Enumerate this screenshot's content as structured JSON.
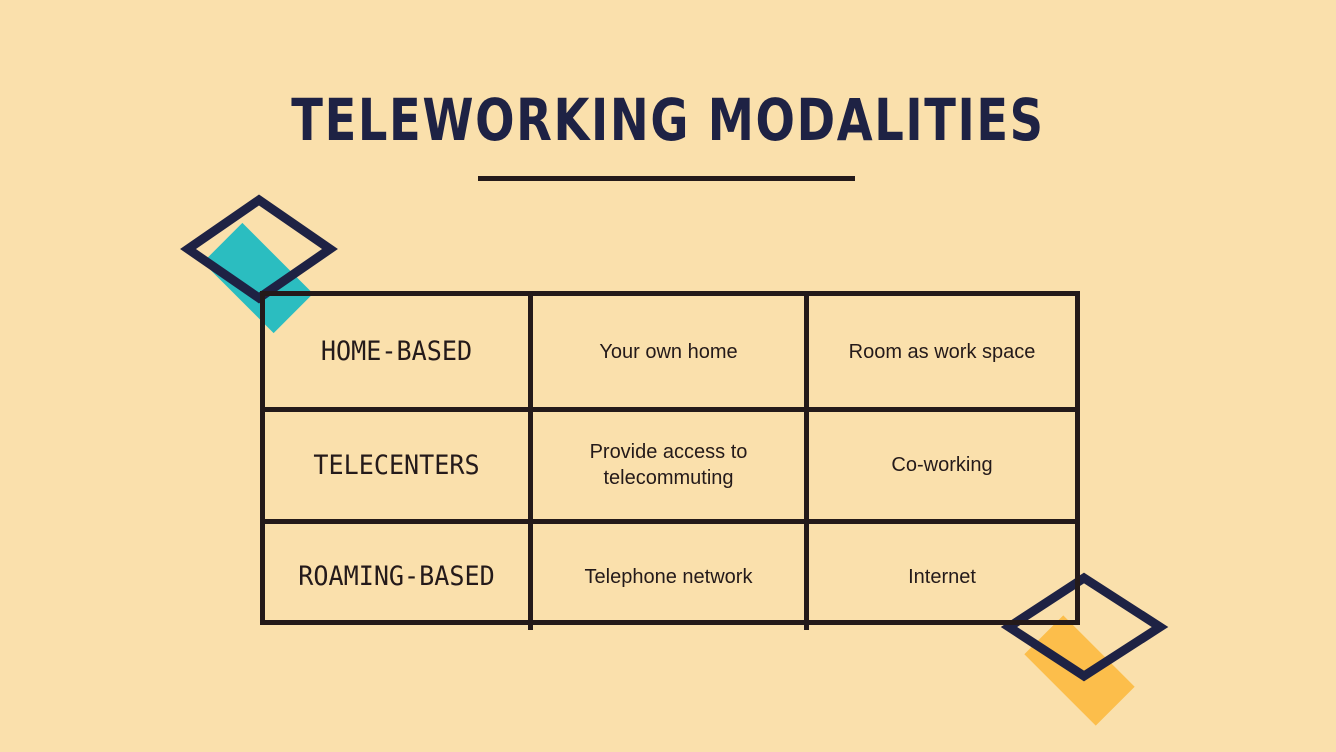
{
  "slide": {
    "title": "TELEWORKING MODALITIES",
    "background_color": "#fae0ac",
    "title_color": "#1e2244",
    "rule_color": "#241a1a"
  },
  "decorations": {
    "teal_diamond": {
      "name": "teal-diamond",
      "color": "#2bbdc0"
    },
    "orange_diamond": {
      "name": "orange-diamond",
      "color": "#fcbe4b"
    },
    "outline_diamond_top_left": {
      "name": "outline-diamond-top-left",
      "color": "#1e2244"
    },
    "outline_diamond_bottom_right": {
      "name": "outline-diamond-bottom-right",
      "color": "#1e2244"
    }
  },
  "table": {
    "border_color": "#241a1a",
    "rows": [
      {
        "label": "HOME-BASED",
        "middle": "Your own home",
        "right": "Room as work space"
      },
      {
        "label": "TELECENTERS",
        "middle": "Provide access to telecommuting",
        "right": "Co-working"
      },
      {
        "label": "ROAMING-BASED",
        "middle": "Telephone network",
        "right": "Internet"
      }
    ]
  }
}
